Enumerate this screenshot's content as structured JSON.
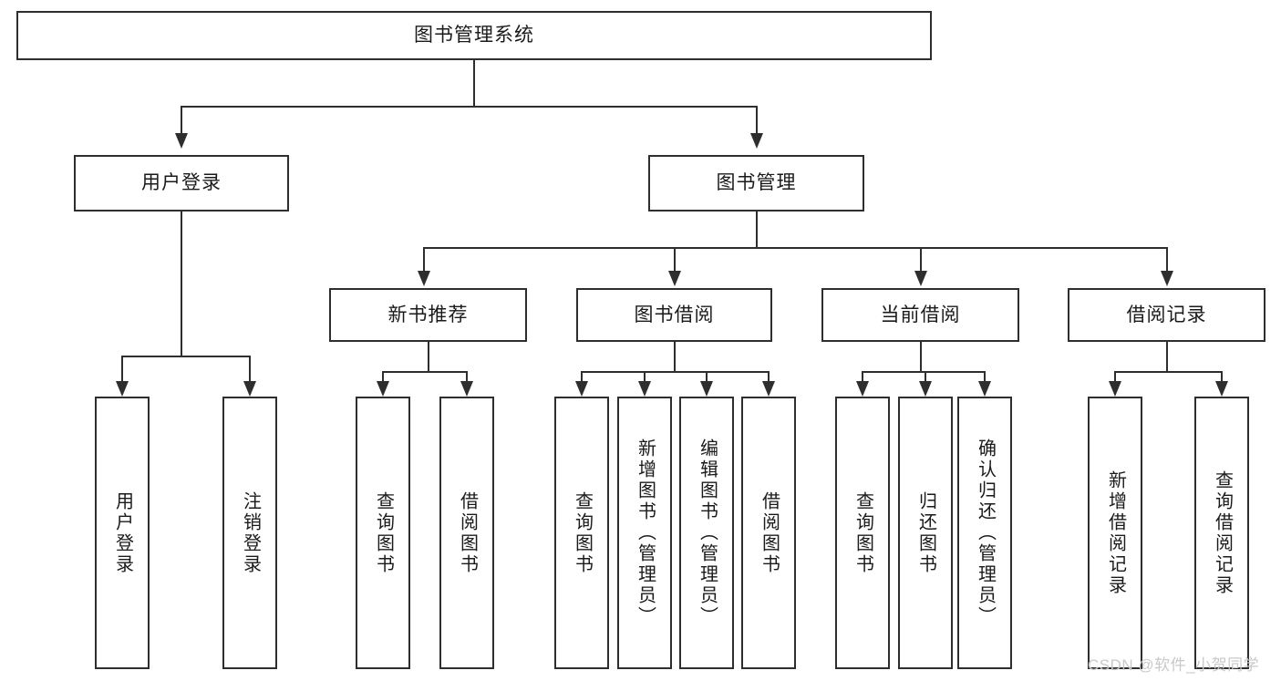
{
  "diagram": {
    "type": "tree-hierarchy-flowchart",
    "title": "图书管理系统",
    "levels": {
      "root": {
        "label": "图书管理系统",
        "orientation": "horizontal"
      },
      "level2": [
        {
          "label": "用户登录",
          "orientation": "horizontal"
        },
        {
          "label": "图书管理",
          "orientation": "horizontal"
        }
      ],
      "level3": [
        {
          "label": "新书推荐",
          "orientation": "horizontal",
          "parent": "图书管理"
        },
        {
          "label": "图书借阅",
          "orientation": "horizontal",
          "parent": "图书管理"
        },
        {
          "label": "当前借阅",
          "orientation": "horizontal",
          "parent": "图书管理"
        },
        {
          "label": "借阅记录",
          "orientation": "horizontal",
          "parent": "图书管理"
        }
      ],
      "leaves": {
        "user_login": [
          {
            "label": "用户登录",
            "orientation": "vertical"
          },
          {
            "label": "注销登录",
            "orientation": "vertical"
          }
        ],
        "new_book_recommend": [
          {
            "label": "查询图书",
            "orientation": "vertical"
          },
          {
            "label": "借阅图书",
            "orientation": "vertical"
          }
        ],
        "book_borrow": [
          {
            "label": "查询图书",
            "orientation": "vertical"
          },
          {
            "label": "新增图书（管理员）",
            "orientation": "vertical"
          },
          {
            "label": "编辑图书（管理员）",
            "orientation": "vertical"
          },
          {
            "label": "借阅图书",
            "orientation": "vertical"
          }
        ],
        "current_borrow": [
          {
            "label": "查询图书",
            "orientation": "vertical"
          },
          {
            "label": "归还图书",
            "orientation": "vertical"
          },
          {
            "label": "确认归还（管理员）",
            "orientation": "vertical"
          }
        ],
        "borrow_record": [
          {
            "label": "新增借阅记录",
            "orientation": "vertical"
          },
          {
            "label": "查询借阅记录",
            "orientation": "vertical"
          }
        ]
      }
    },
    "watermark": "CSDN @软件_小贺同学",
    "colors": {
      "stroke": "#2e2e2e",
      "fill": "#ffffff",
      "text": "#1a1a1a",
      "watermark": "#c9c9c9"
    }
  }
}
